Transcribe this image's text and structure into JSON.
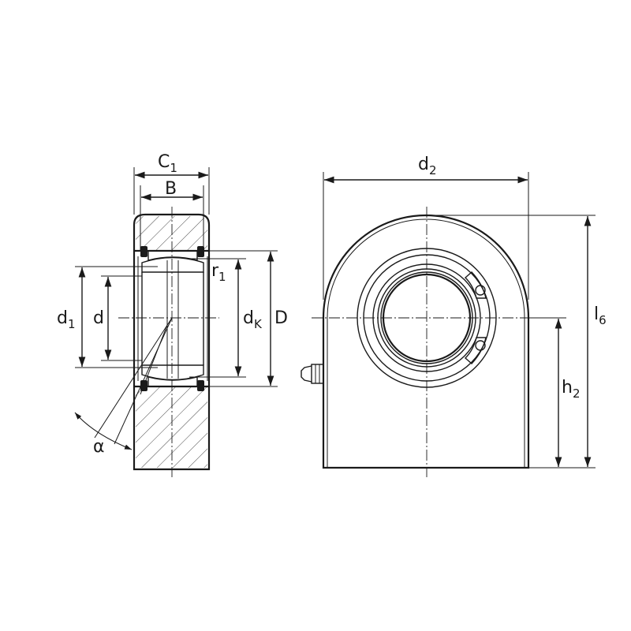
{
  "labels": {
    "C1": {
      "main": "C",
      "sub": "1"
    },
    "B": {
      "main": "B"
    },
    "r1": {
      "main": "r",
      "sub": "1"
    },
    "d1": {
      "main": "d",
      "sub": "1"
    },
    "d": {
      "main": "d"
    },
    "dK": {
      "main": "d",
      "sub": "K"
    },
    "D": {
      "main": "D"
    },
    "alpha": {
      "main": "α"
    },
    "d2": {
      "main": "d",
      "sub": "2"
    },
    "l6": {
      "main": "l",
      "sub": "6"
    },
    "h2": {
      "main": "h",
      "sub": "2"
    }
  }
}
